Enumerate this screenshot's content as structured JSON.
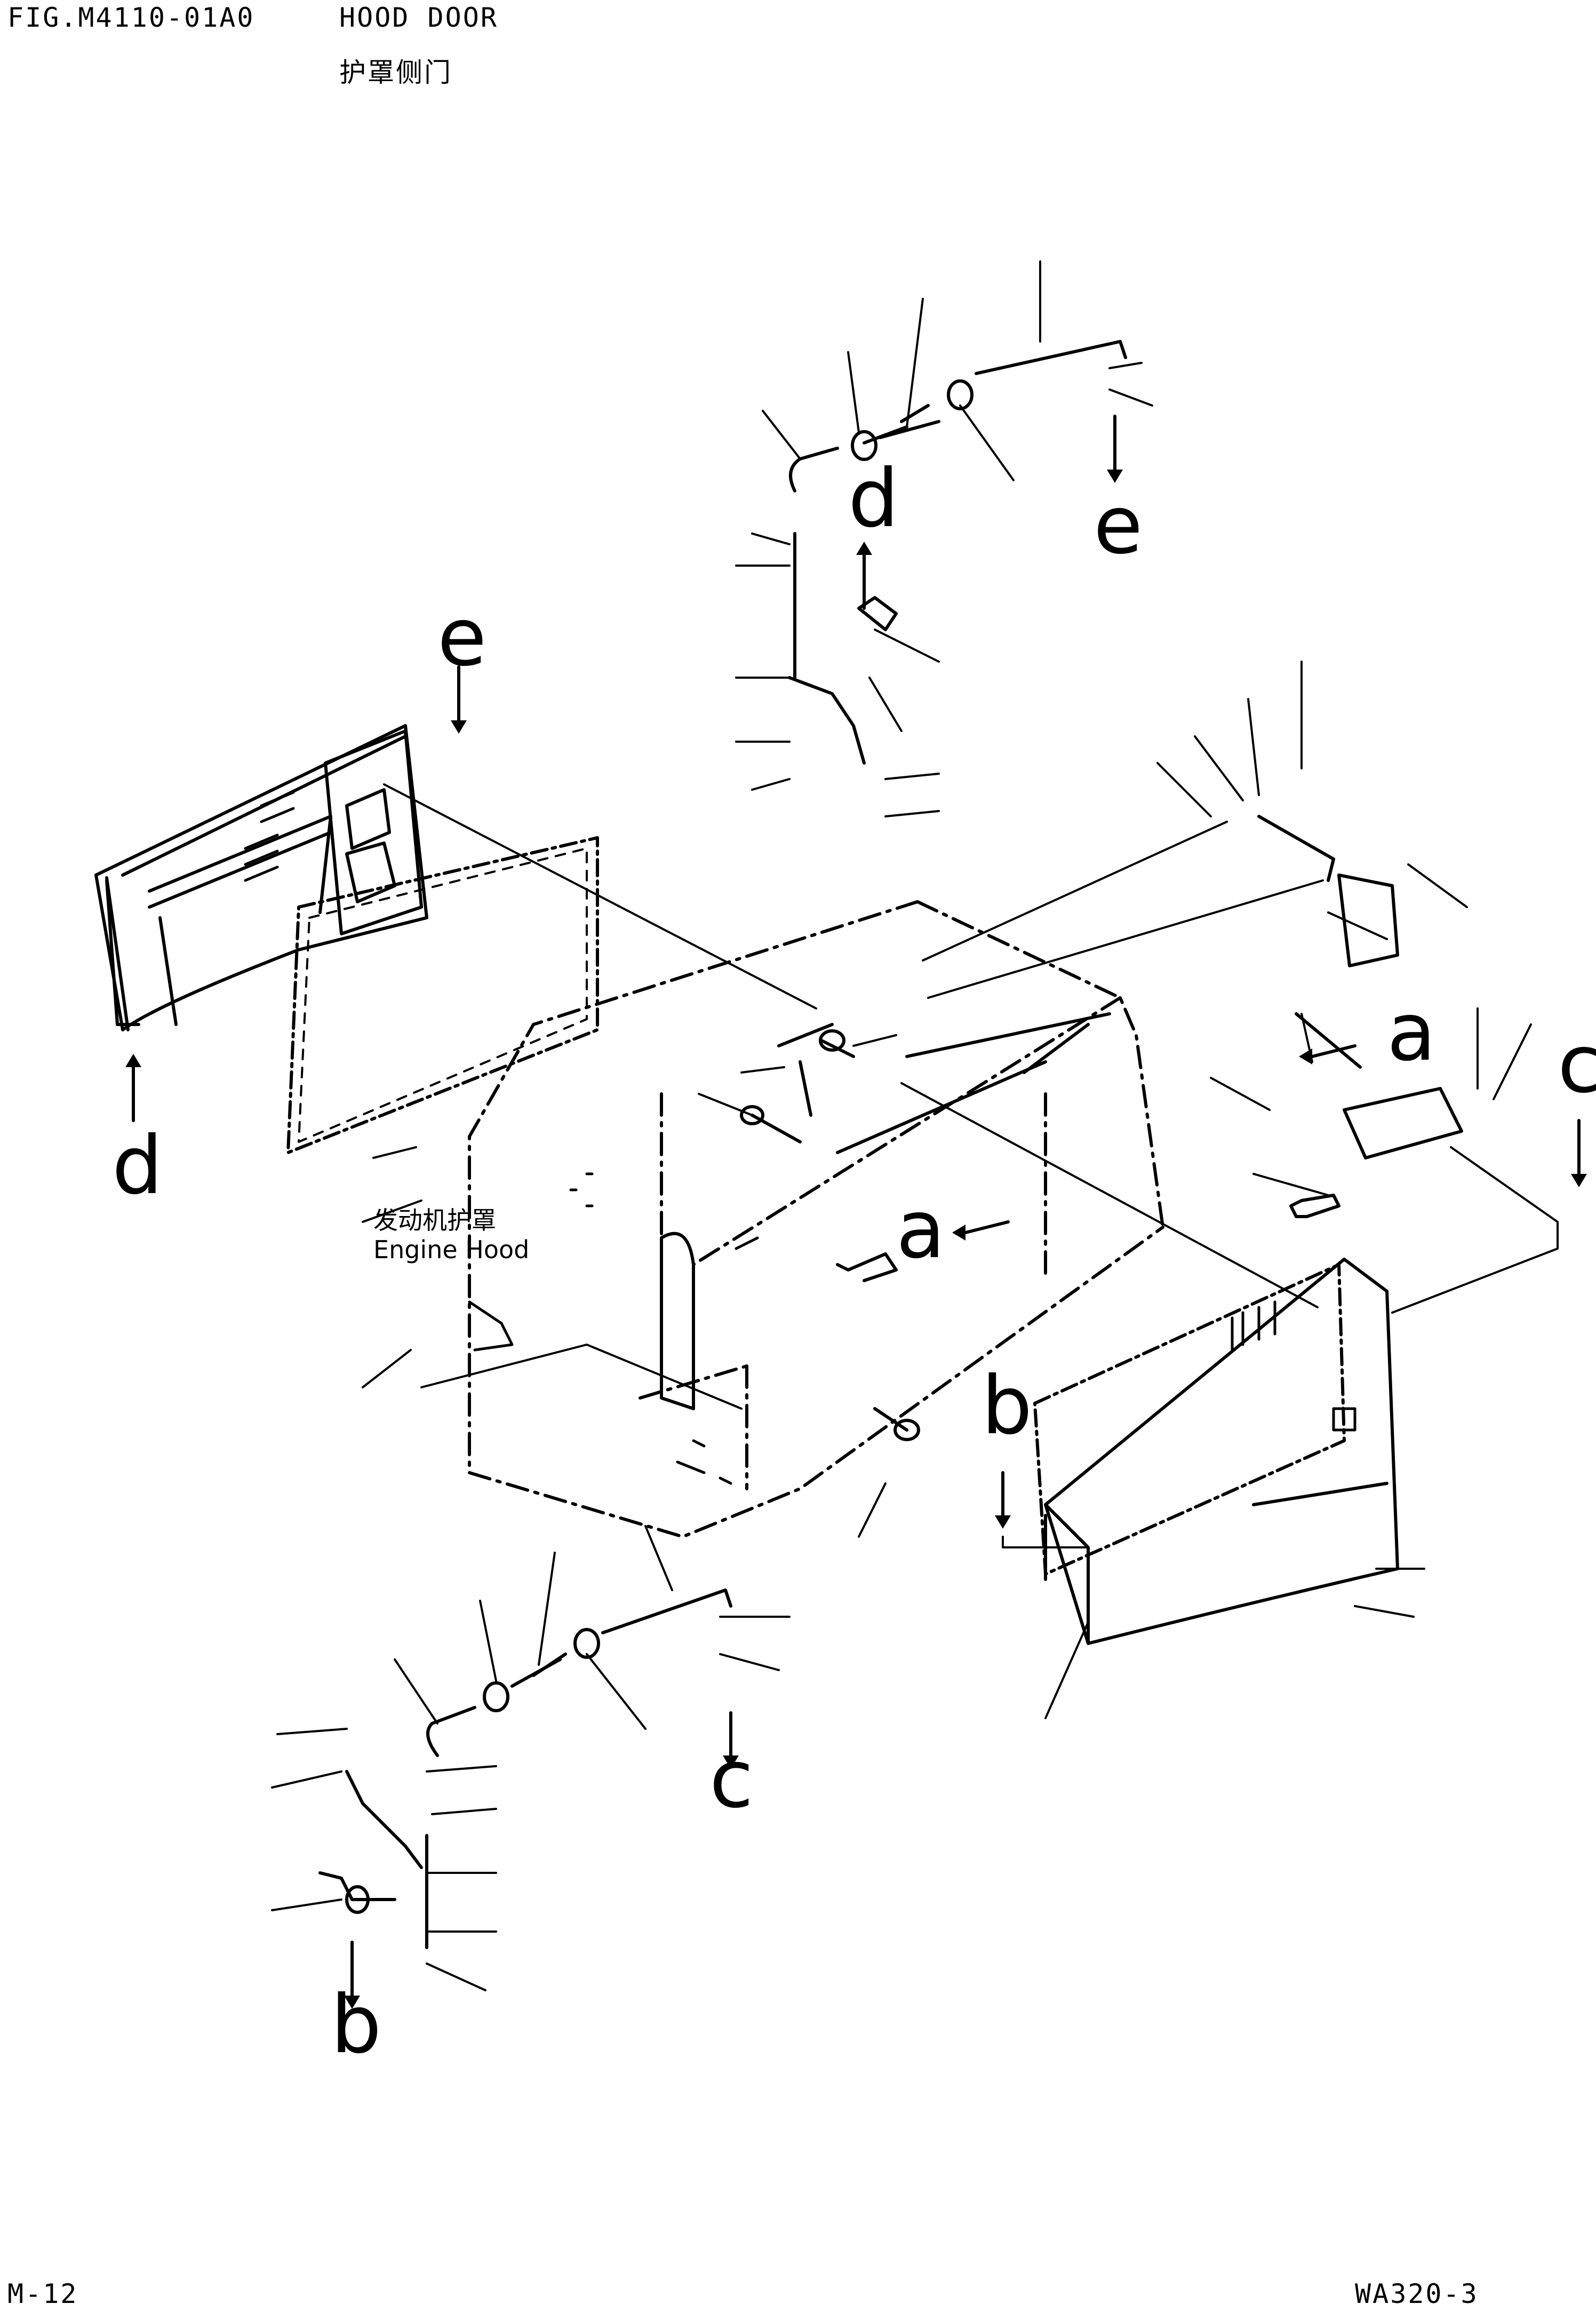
{
  "header": {
    "fig_code": "FIG.M4110-01A0",
    "title_en": "HOOD DOOR",
    "title_cn": "护罩侧门"
  },
  "footer": {
    "page": "M-12",
    "model": "WA320-3"
  },
  "hood_label": {
    "cn": "发动机护罩",
    "en": "Engine Hood"
  },
  "reference_labels": {
    "d_top": "d",
    "e_top": "e",
    "e_left": "e",
    "d_left": "d",
    "a_right": "a",
    "a_center": "a",
    "c_right": "c",
    "b_right": "b",
    "c_bottom": "c",
    "b_bottom": "b"
  }
}
